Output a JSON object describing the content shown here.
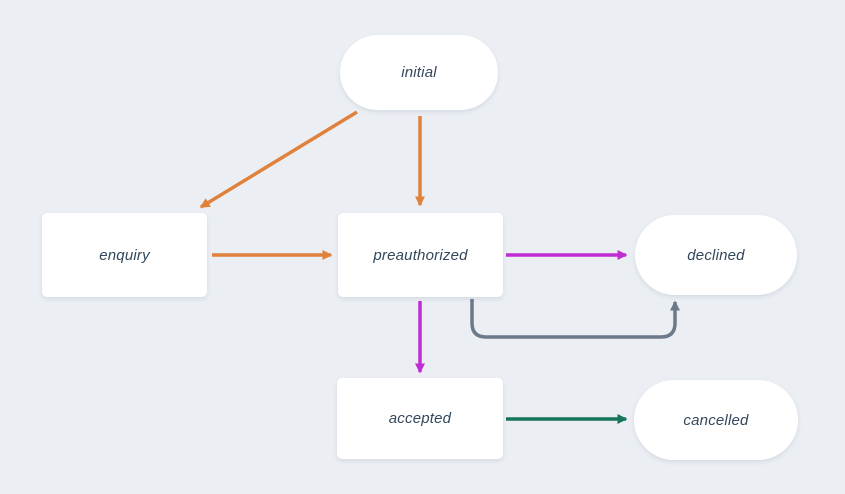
{
  "diagram": {
    "type": "state-diagram",
    "nodes": [
      {
        "id": "initial",
        "label": "initial",
        "shape": "pill"
      },
      {
        "id": "enquiry",
        "label": "enquiry",
        "shape": "rect"
      },
      {
        "id": "preauthorized",
        "label": "preauthorized",
        "shape": "rect"
      },
      {
        "id": "declined",
        "label": "declined",
        "shape": "pill"
      },
      {
        "id": "accepted",
        "label": "accepted",
        "shape": "rect"
      },
      {
        "id": "cancelled",
        "label": "cancelled",
        "shape": "pill"
      }
    ],
    "edges": [
      {
        "from": "initial",
        "to": "enquiry",
        "color": "orange",
        "style": "straight-diagonal"
      },
      {
        "from": "initial",
        "to": "preauthorized",
        "color": "orange",
        "style": "straight-vertical"
      },
      {
        "from": "enquiry",
        "to": "preauthorized",
        "color": "orange",
        "style": "straight-horizontal"
      },
      {
        "from": "preauthorized",
        "to": "declined",
        "color": "magenta",
        "style": "straight-horizontal"
      },
      {
        "from": "preauthorized",
        "to": "accepted",
        "color": "magenta",
        "style": "straight-vertical"
      },
      {
        "from": "preauthorized",
        "to": "declined",
        "color": "gray",
        "style": "curved-u"
      },
      {
        "from": "accepted",
        "to": "cancelled",
        "color": "green",
        "style": "straight-horizontal"
      }
    ]
  },
  "colors": {
    "background": "#ebeff4",
    "node_fill": "#ffffff",
    "text": "#33475b",
    "orange": "#e0813c",
    "magenta": "#c02dd3",
    "green": "#17745a",
    "gray": "#6b7989"
  }
}
